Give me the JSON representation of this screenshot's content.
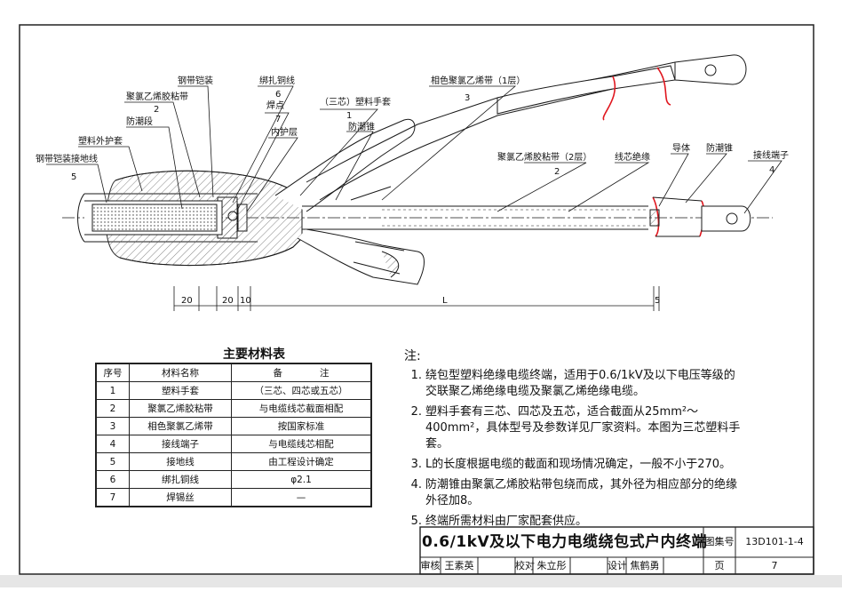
{
  "drawing": {
    "callouts": {
      "steel_armor": "钢带铠装",
      "pvc_tape": "聚氯乙烯胶粘带",
      "pvc_tape_num": "2",
      "moisture_section": "防潮段",
      "outer_sheath": "塑料外护套",
      "armor_ground": "钢带铠装接地线",
      "armor_ground_num": "5",
      "binding_wire": "绑扎铜线",
      "binding_wire_num": "6",
      "weld_point": "焊点",
      "weld_point_num": "7",
      "inner_sheath": "内护层",
      "glove": "（三芯）塑料手套",
      "glove_num": "1",
      "moisture_cone": "防潮锥",
      "color_tape": "相色聚氯乙烯带（1层）",
      "color_tape_num": "3",
      "pvc_tape_2": "聚氯乙烯胶粘带（2层）",
      "pvc_tape_2_num": "2",
      "core_insulation": "线芯绝缘",
      "conductor": "导体",
      "moisture_cone_2": "防潮锥",
      "terminal": "接线端子",
      "terminal_num": "4"
    },
    "dims": {
      "d1": "20",
      "d2": "20",
      "d3": "10",
      "d4": "L",
      "d5": "5"
    }
  },
  "materials": {
    "title": "主要材料表",
    "headers": [
      "序号",
      "材料名称",
      "备　　　　注"
    ],
    "rows": [
      {
        "no": "1",
        "name": "塑料手套",
        "note": "（三芯、四芯或五芯）"
      },
      {
        "no": "2",
        "name": "聚氯乙烯胶粘带",
        "note": "与电缆线芯截面相配"
      },
      {
        "no": "3",
        "name": "相色聚氯乙烯带",
        "note": "按国家标准"
      },
      {
        "no": "4",
        "name": "接线端子",
        "note": "与电缆线芯相配"
      },
      {
        "no": "5",
        "name": "接地线",
        "note": "由工程设计确定"
      },
      {
        "no": "6",
        "name": "绑扎铜线",
        "note": "φ2.1"
      },
      {
        "no": "7",
        "name": "焊锡丝",
        "note": "—"
      }
    ]
  },
  "notes": {
    "heading": "注:",
    "items": [
      {
        "num": "1.",
        "text": "绕包型塑料绝缘电缆终端，适用于0.6/1kV及以下电压等级的交联聚乙烯绝缘电缆及聚氯乙烯绝缘电缆。"
      },
      {
        "num": "2.",
        "text": "塑料手套有三芯、四芯及五芯，适合截面从25mm²～400mm²，具体型号及参数详见厂家资料。本图为三芯塑料手套。"
      },
      {
        "num": "3.",
        "text": "L的长度根据电缆的截面和现场情况确定，一般不小于270。"
      },
      {
        "num": "4.",
        "text": "防潮锥由聚氯乙烯胶粘带包绕而成，其外径为相应部分的绝缘外径加8。"
      },
      {
        "num": "5.",
        "text": "终端所需材料由厂家配套供应。"
      }
    ]
  },
  "title_block": {
    "title": "0.6/1kV及以下电力电缆绕包式户内终端",
    "atlas_label": "图集号",
    "atlas_no": "13D101-1-4",
    "review_label": "审核",
    "review_name": "王素英",
    "check_label": "校对",
    "check_name": "朱立彤",
    "design_label": "设计",
    "design_name": "焦鹤勇",
    "page_label": "页",
    "page_no": "7"
  },
  "colors": {
    "line": "#1a1a1a",
    "red_band": "#e0161e",
    "hatch": "#555555"
  }
}
